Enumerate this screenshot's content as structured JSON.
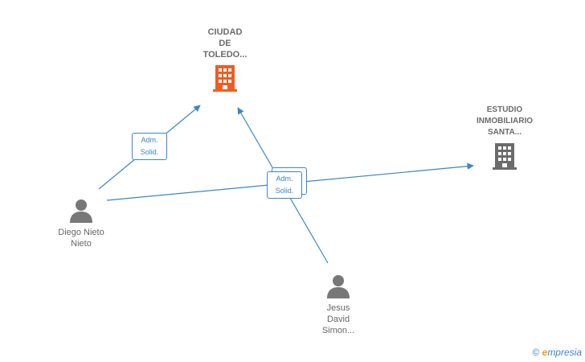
{
  "nodes": {
    "ciudad": {
      "label": "CIUDAD\nDE\nTOLEDO...",
      "type": "company",
      "color": "#f25c22"
    },
    "estudio": {
      "label": "ESTUDIO\nINMOBILIARIO\nSANTA...",
      "type": "company",
      "color": "#6b6b6b"
    },
    "diego": {
      "label": "Diego Nieto\nNieto",
      "type": "person"
    },
    "jesus": {
      "label": "Jesus\nDavid\nSimon...",
      "type": "person"
    }
  },
  "edge_labels": {
    "diego_ciudad": "Adm.\nSolid.",
    "jesus_estudio": "Adm.\nSolid."
  },
  "colors": {
    "edge": "#3d85c6",
    "person": "#777777"
  },
  "footer": {
    "copyright": "©",
    "brand_initial": "e",
    "brand_rest": "mpresia"
  }
}
